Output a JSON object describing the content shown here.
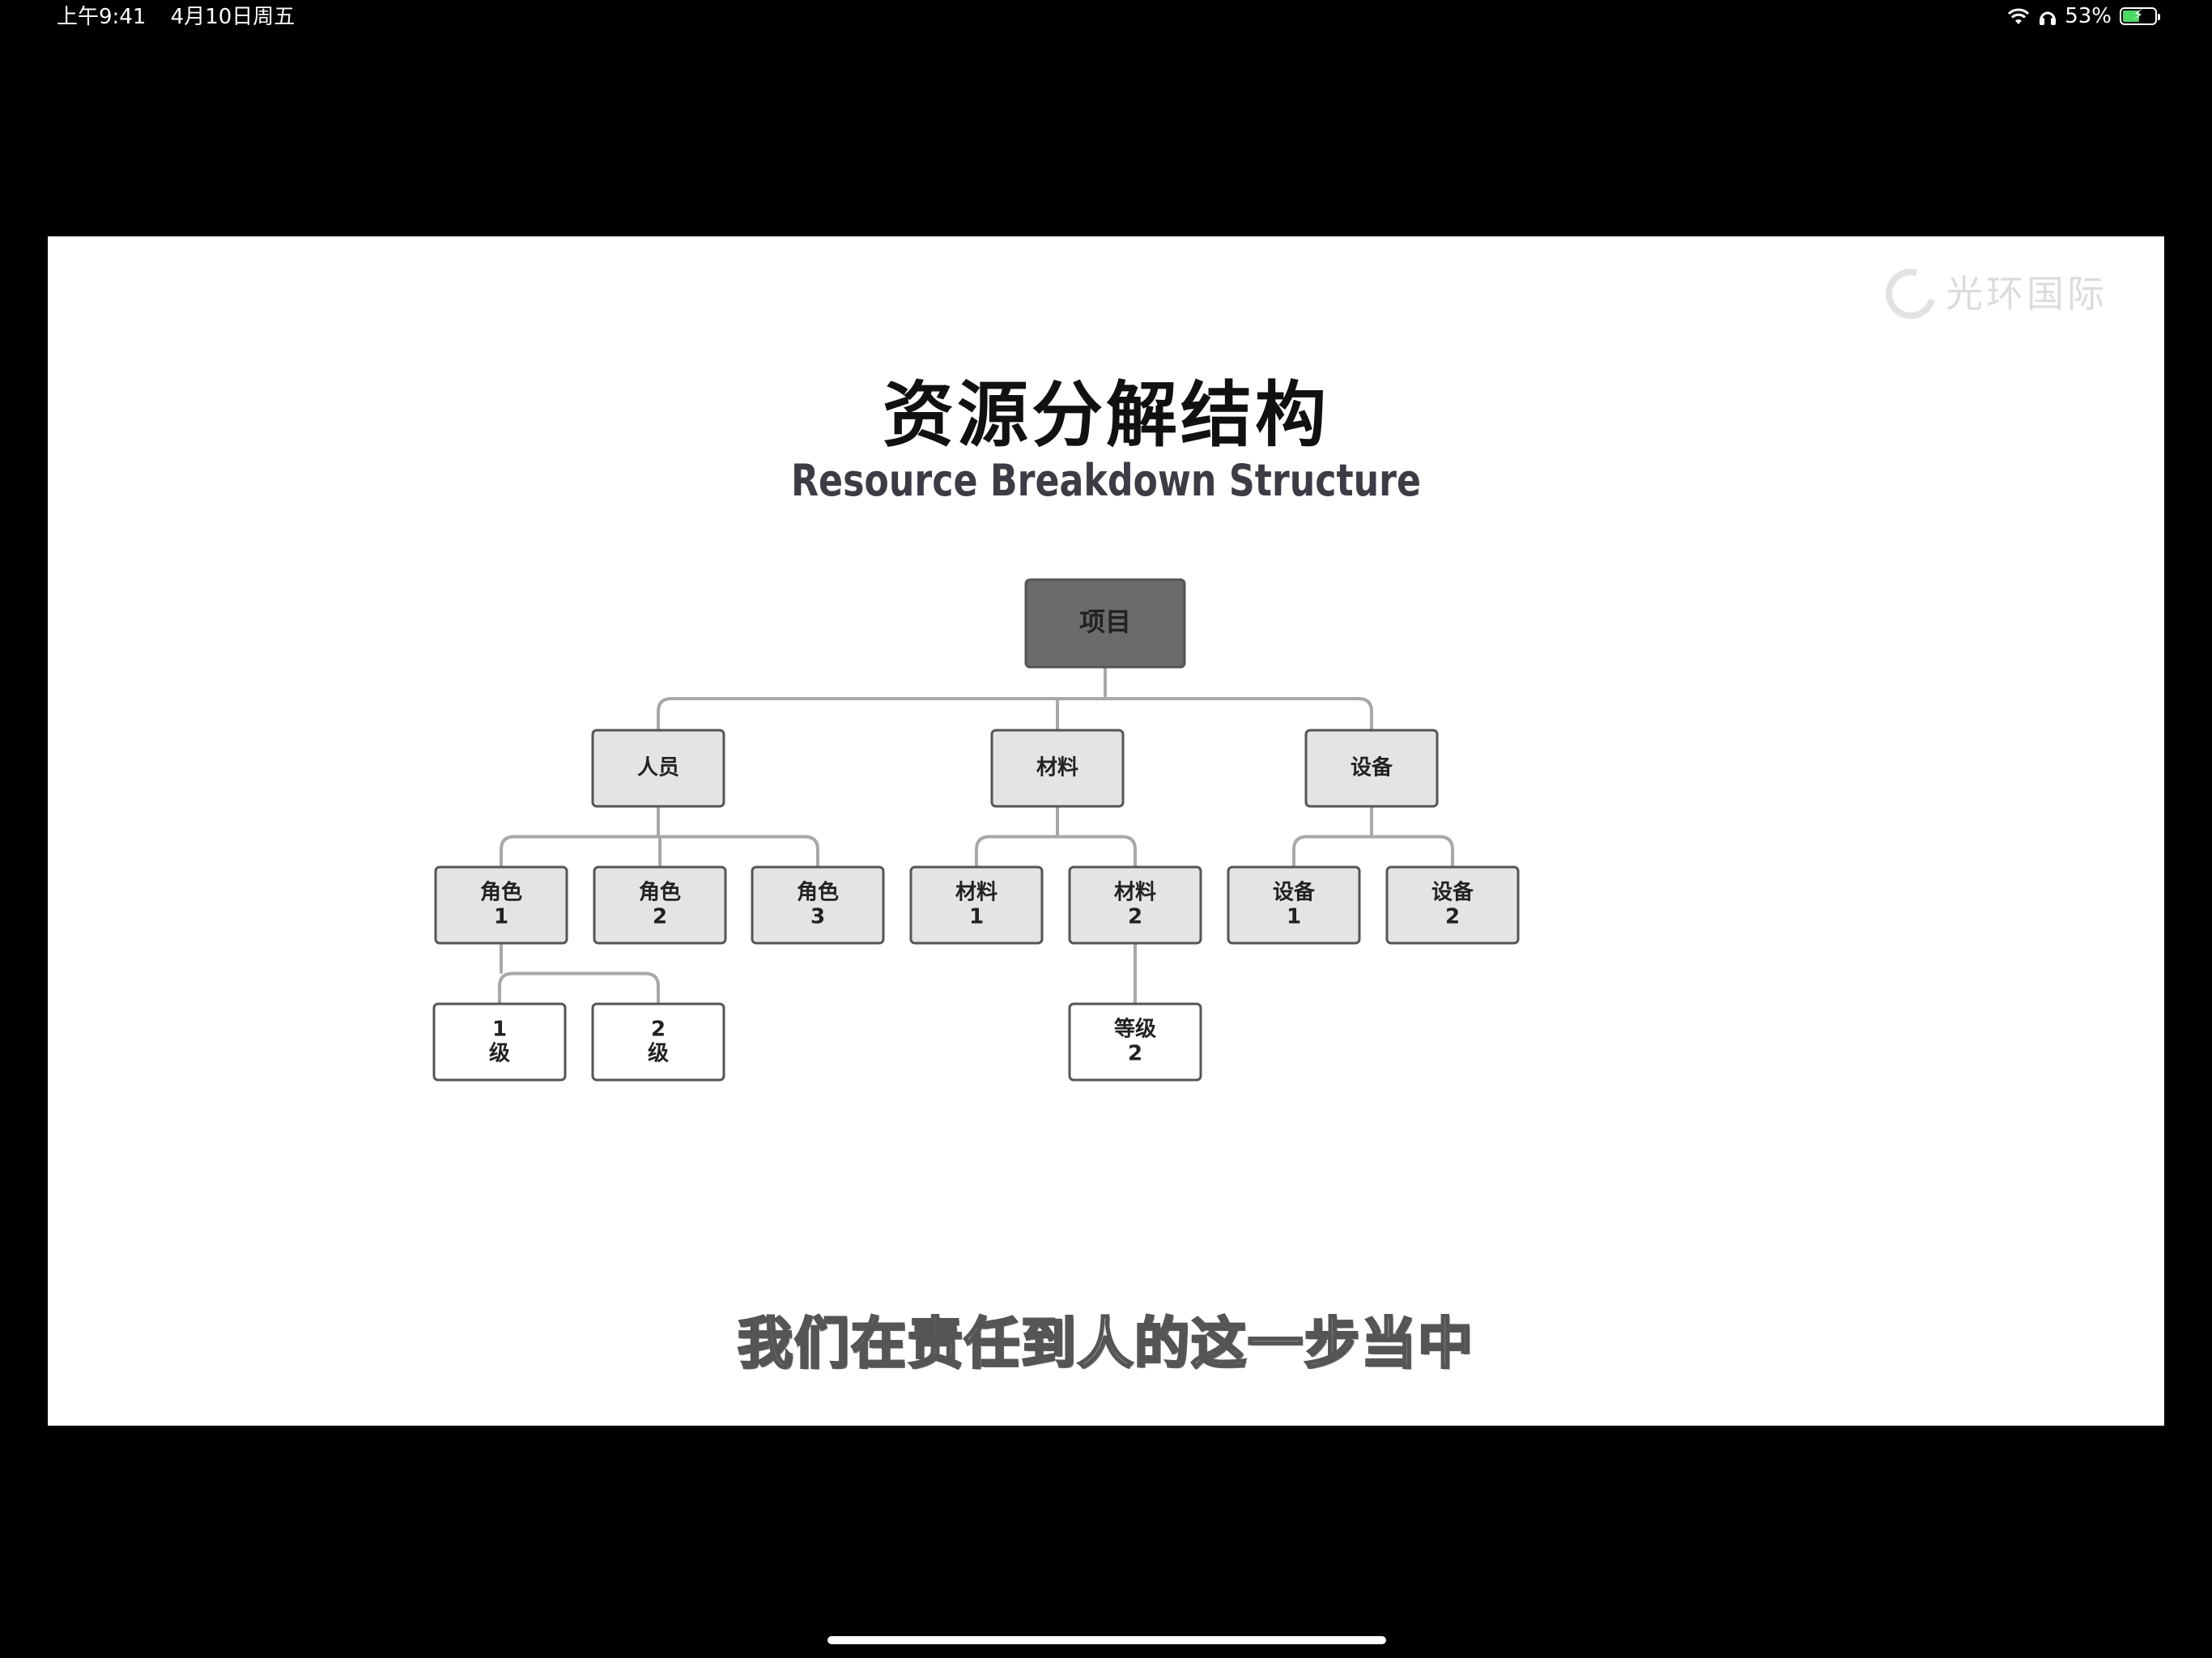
{
  "status_bar": {
    "time": "上午9:41",
    "date": "4月10日周五",
    "battery": "53%",
    "battery_level": 0.53
  },
  "slide": {
    "watermark": "光环国际",
    "title_cn": "资源分解结构",
    "title_en": "Resource Breakdown Structure",
    "subtitle": "我们在责任到人的这一步当中"
  },
  "diagram": {
    "nodes": [
      {
        "id": "root",
        "lines": [
          "项目"
        ],
        "level": 0,
        "style": "dark"
      },
      {
        "id": "people",
        "lines": [
          "人员"
        ],
        "level": 1,
        "style": "gray",
        "parent": "root"
      },
      {
        "id": "material",
        "lines": [
          "材料"
        ],
        "level": 1,
        "style": "gray",
        "parent": "root"
      },
      {
        "id": "equipment",
        "lines": [
          "设备"
        ],
        "level": 1,
        "style": "gray",
        "parent": "root"
      },
      {
        "id": "role1",
        "lines": [
          "角色",
          "1"
        ],
        "level": 2,
        "style": "gray",
        "parent": "people"
      },
      {
        "id": "role2",
        "lines": [
          "角色",
          "2"
        ],
        "level": 2,
        "style": "gray",
        "parent": "people"
      },
      {
        "id": "role3",
        "lines": [
          "角色",
          "3"
        ],
        "level": 2,
        "style": "gray",
        "parent": "people"
      },
      {
        "id": "mat1",
        "lines": [
          "材料",
          "1"
        ],
        "level": 2,
        "style": "gray",
        "parent": "material"
      },
      {
        "id": "mat2",
        "lines": [
          "材料",
          "2"
        ],
        "level": 2,
        "style": "gray",
        "parent": "material"
      },
      {
        "id": "eq1",
        "lines": [
          "设备",
          "1"
        ],
        "level": 2,
        "style": "gray",
        "parent": "equipment"
      },
      {
        "id": "eq2",
        "lines": [
          "设备",
          "2"
        ],
        "level": 2,
        "style": "gray",
        "parent": "equipment"
      },
      {
        "id": "lvl1",
        "lines": [
          "1",
          "级"
        ],
        "level": 3,
        "style": "white",
        "parent": "role1"
      },
      {
        "id": "lvl2",
        "lines": [
          "2",
          "级"
        ],
        "level": 3,
        "style": "white",
        "parent": "role1"
      },
      {
        "id": "grade2",
        "lines": [
          "等级",
          "2"
        ],
        "level": 3,
        "style": "white",
        "parent": "mat2"
      }
    ],
    "colors": {
      "dark": "#6b6b6b",
      "gray": "#e4e4e4",
      "white": "#ffffff",
      "line": "#a8a8a8"
    }
  }
}
